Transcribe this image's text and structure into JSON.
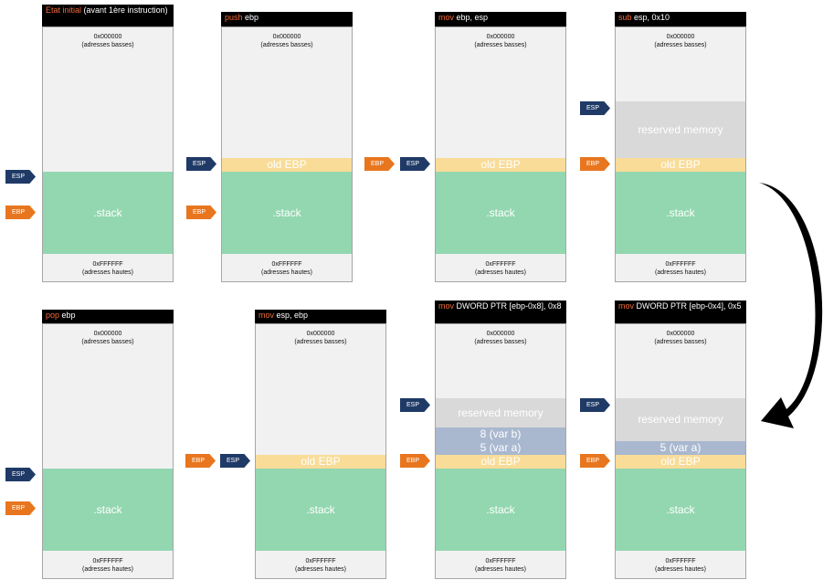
{
  "labels": {
    "esp": "ESP",
    "ebp": "EBP",
    "addr_low": "0x000000",
    "addr_low_note": "(adresses basses)",
    "addr_high": "0xFFFFFF",
    "addr_high_note": "(adresses hautes)",
    "stack": ".stack",
    "old_ebp": "old EBP",
    "reserved": "reserved memory",
    "var_b": "8 (var b)",
    "var_a": "5 (var a)"
  },
  "panels": [
    {
      "instr_kw": "Etat initial",
      "instr_rest": " (avant 1ère instruction)"
    },
    {
      "instr_kw": "push",
      "instr_rest": " ebp"
    },
    {
      "instr_kw": "mov",
      "instr_rest": " ebp, esp"
    },
    {
      "instr_kw": "sub",
      "instr_rest": " esp, 0x10"
    },
    {
      "instr_kw": "pop",
      "instr_rest": " ebp"
    },
    {
      "instr_kw": "mov",
      "instr_rest": " esp, ebp"
    },
    {
      "instr_kw": "mov",
      "instr_rest": " DWORD PTR [ebp-0x8], 0x8"
    },
    {
      "instr_kw": "mov",
      "instr_rest": " DWORD PTR [ebp-0x4], 0x5"
    }
  ]
}
